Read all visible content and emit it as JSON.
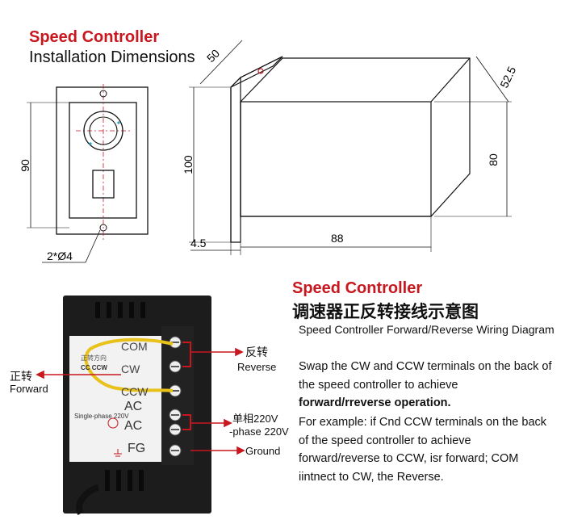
{
  "top": {
    "title_red": "Speed Controller",
    "title_black": "Installation Dimensions"
  },
  "dims": {
    "front_height": "90",
    "holes": "2*Ø4",
    "side_depth_top": "50",
    "side_height": "100",
    "side_height_right": "80",
    "side_width": "52.5",
    "flange": "4.5",
    "body_length": "88"
  },
  "wiring": {
    "title_red": "Speed Controller",
    "title_cn": "调速器正反转接线示意图",
    "subtitle": "Speed Controller Forward/Reverse Wiring Diagram",
    "para1_a": "Swap the CW and CCW terminals on the back of the speed controller to achieve",
    "para1_b": "forward/rreverse operation.",
    "para2": "For example: if Cnd CCW terminals on the back of the speed controller to achieve forward/reverse to CCW, isr forward; COM iintnect to CW, the Reverse."
  },
  "labels": {
    "reverse_cn": "反转",
    "reverse_en": "Reverse",
    "forward_cn": "正转",
    "forward_en": "Forward",
    "power_cn": "单相220V",
    "power_en": "-phase 220V",
    "ground": "Ground"
  },
  "device": {
    "terminals": [
      "COM",
      "CW",
      "CCW",
      "AC",
      "AC",
      "FG"
    ],
    "top_text": "正转方向",
    "ccw_small": "CC  CCW",
    "single_phase": "Single-phase 220V"
  },
  "colors": {
    "accent_red": "#c8171e",
    "wire_yellow": "#e8c21a",
    "device_black": "#1c1c1c"
  }
}
